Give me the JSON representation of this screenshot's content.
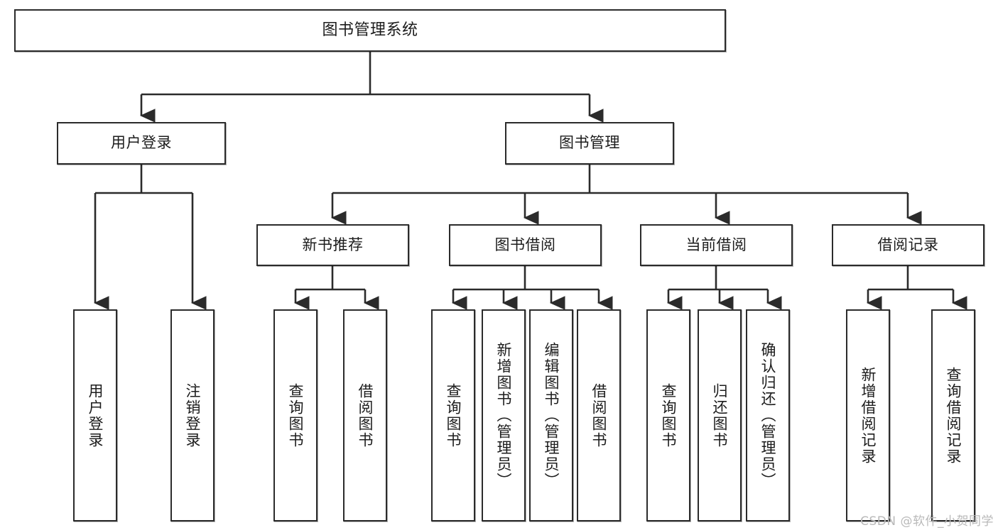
{
  "diagram": {
    "title": "图书管理系统",
    "type": "tree-hierarchy-diagram",
    "colors": {
      "box_stroke": "#2b2b2b",
      "box_fill": "#ffffff",
      "line": "#2b2b2b",
      "watermark": "#b9b9b9"
    },
    "levels": {
      "root": {
        "id": "root",
        "label": "图书管理系统"
      },
      "level2": [
        {
          "id": "user-login",
          "label": "用户登录"
        },
        {
          "id": "book-manage",
          "label": "图书管理"
        }
      ],
      "level3": [
        {
          "id": "new-book-recommend",
          "label": "新书推荐"
        },
        {
          "id": "book-borrow",
          "label": "图书借阅"
        },
        {
          "id": "current-borrow",
          "label": "当前借阅"
        },
        {
          "id": "borrow-record",
          "label": "借阅记录"
        }
      ],
      "leaves": [
        {
          "id": "leaf-user-login",
          "label": "用户登录",
          "parent": "user-login"
        },
        {
          "id": "leaf-logout-login",
          "label": "注销登录",
          "parent": "user-login"
        },
        {
          "id": "leaf-query-book-1",
          "label": "查询图书",
          "parent": "new-book-recommend"
        },
        {
          "id": "leaf-borrow-book-1",
          "label": "借阅图书",
          "parent": "new-book-recommend"
        },
        {
          "id": "leaf-query-book-2",
          "label": "查询图书",
          "parent": "book-borrow"
        },
        {
          "id": "leaf-add-book-admin",
          "label": "新增图书（管理员）",
          "parent": "book-borrow"
        },
        {
          "id": "leaf-edit-book-admin",
          "label": "编辑图书（管理员）",
          "parent": "book-borrow"
        },
        {
          "id": "leaf-borrow-book-2",
          "label": "借阅图书",
          "parent": "book-borrow"
        },
        {
          "id": "leaf-query-book-3",
          "label": "查询图书",
          "parent": "current-borrow"
        },
        {
          "id": "leaf-return-book",
          "label": "归还图书",
          "parent": "current-borrow"
        },
        {
          "id": "leaf-confirm-return-admin",
          "label": "确认归还（管理员）",
          "parent": "current-borrow"
        },
        {
          "id": "leaf-add-borrow-record",
          "label": "新增借阅记录",
          "parent": "borrow-record"
        },
        {
          "id": "leaf-query-borrow-record",
          "label": "查询借阅记录",
          "parent": "borrow-record"
        }
      ]
    },
    "watermark": "CSDN @软件_小贺同学"
  }
}
